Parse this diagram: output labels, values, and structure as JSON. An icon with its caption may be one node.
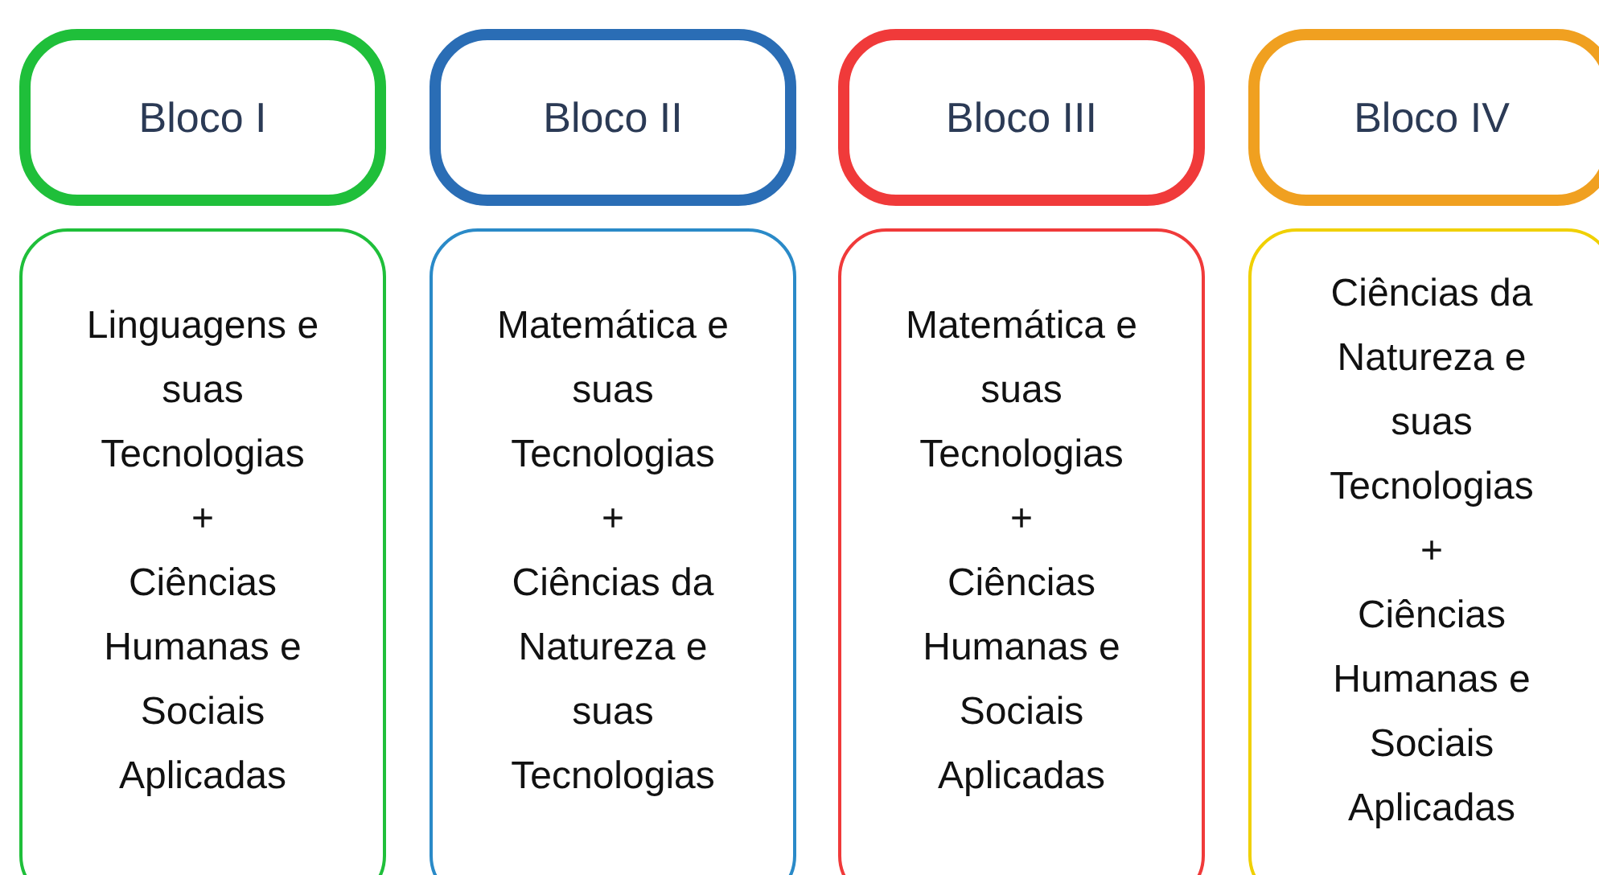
{
  "diagram": {
    "nodes": [
      {
        "text": [
          "Bloco I"
        ]
      },
      {
        "text": [
          "Bloco II"
        ]
      },
      {
        "text": [
          "Bloco III"
        ]
      },
      {
        "text": [
          "Bloco IV"
        ]
      },
      {
        "text": [
          "Linguagens e suas Tecnologias",
          "+",
          "Ciências Humanas e Sociais Aplicadas"
        ]
      },
      {
        "text": [
          "Matemática e suas Tecnologias",
          "+",
          "Ciências da Natureza e suas Tecnologias"
        ]
      },
      {
        "text": [
          "Matemática e suas Tecnologias",
          "+",
          "Ciências Humanas e Sociais Aplicadas"
        ]
      },
      {
        "text": [
          "Ciências da Natureza e suas Tecnologias",
          "+",
          "Ciências Humanas e Sociais Aplicadas"
        ]
      }
    ]
  }
}
